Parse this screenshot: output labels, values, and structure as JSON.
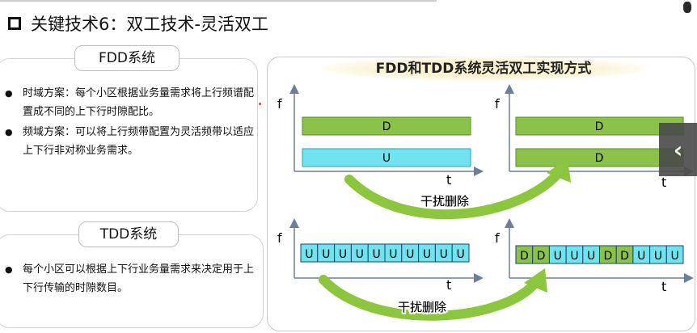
{
  "slide": {
    "title": "关键技术6：双工技术-灵活双工"
  },
  "fdd_section": {
    "label": "FDD系统",
    "bullets": [
      "时域方案：每个小区根据业务量需求将上行频谱配置成不同的上下行时隙配比。",
      "频域方案：可以将上行频带配置为灵活频带以适应上下行非对称业务需求。"
    ]
  },
  "tdd_section": {
    "label": "TDD系统",
    "bullets": [
      "每个小区可以根据上下行业务量需求来决定用于上下行传输的时隙数目。"
    ]
  },
  "diagram": {
    "title": "FDD和TDD系统灵活双工实现方式",
    "axis_f": "f",
    "axis_t": "t",
    "interference_label": "干扰删除",
    "fdd_before": [
      "D",
      "U"
    ],
    "fdd_after": [
      "D",
      "D"
    ],
    "tdd_before": [
      "U",
      "U",
      "U",
      "U",
      "U",
      "U",
      "U",
      "U",
      "U",
      "U"
    ],
    "tdd_after": [
      "D",
      "D",
      "U",
      "U",
      "U",
      "D",
      "D",
      "U",
      "U",
      "U"
    ],
    "colors": {
      "downlink_fill": "#8bc34a",
      "downlink_border": "#5c8a2c",
      "uplink_fill": "#6fe3ef",
      "uplink_border": "#2f9fae",
      "arrow": "#8cc63f",
      "axis": "#6b7f9a"
    }
  },
  "nav": {
    "prev_glyph": "‹"
  }
}
